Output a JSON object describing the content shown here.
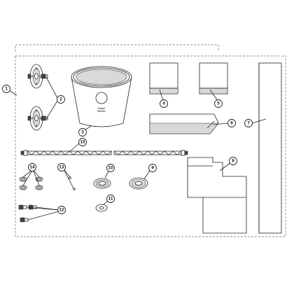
{
  "callouts": [
    {
      "id": "1",
      "label": "1"
    },
    {
      "id": "2",
      "label": "2"
    },
    {
      "id": "3",
      "label": "3"
    },
    {
      "id": "4",
      "label": "4"
    },
    {
      "id": "5",
      "label": "5"
    },
    {
      "id": "6",
      "label": "6"
    },
    {
      "id": "7",
      "label": "7"
    },
    {
      "id": "8",
      "label": "8"
    },
    {
      "id": "9",
      "label": "9"
    },
    {
      "id": "10",
      "label": "10"
    },
    {
      "id": "11",
      "label": "11"
    },
    {
      "id": "12",
      "label": "12"
    },
    {
      "id": "13",
      "label": "13"
    },
    {
      "id": "14",
      "label": "14"
    },
    {
      "id": "15",
      "label": "15"
    }
  ],
  "tub_logo": {
    "brand": "Dräger",
    "sub": "Ständer"
  }
}
